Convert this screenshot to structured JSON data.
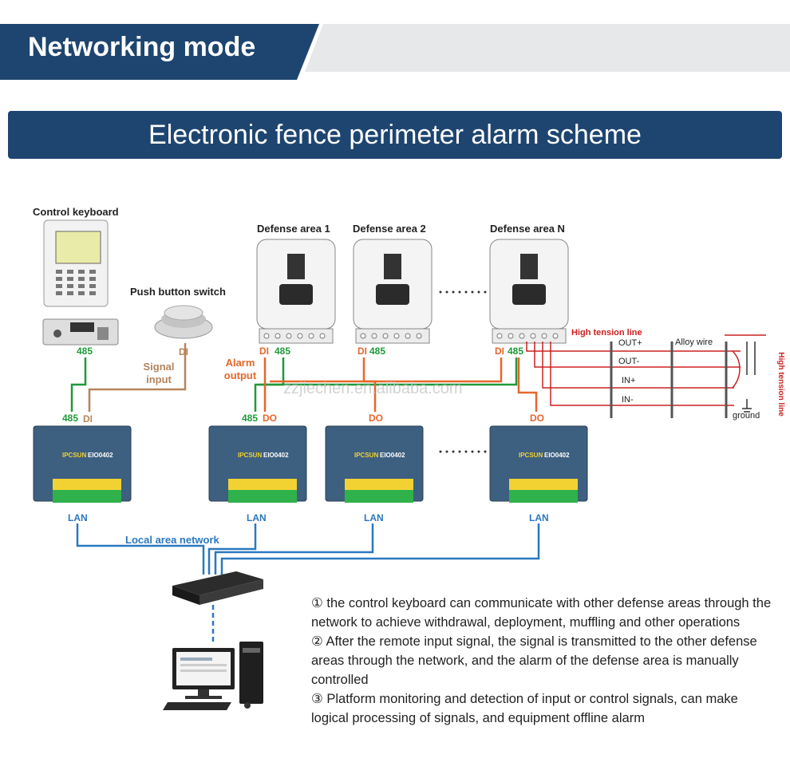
{
  "header": {
    "title": "Networking mode",
    "banner_color": "#1e4570"
  },
  "scheme": {
    "title": "Electronic fence perimeter alarm scheme"
  },
  "devices": {
    "control_keyboard": "Control keyboard",
    "push_button": "Push button switch",
    "defense_1": "Defense area 1",
    "defense_2": "Defense area 2",
    "defense_n": "Defense area N",
    "module_brand": "IPCSUN",
    "module_model": "EIO0402"
  },
  "ports": {
    "p485": "485",
    "di": "DI",
    "do": "DO",
    "lan": "LAN"
  },
  "signals": {
    "signal_input": "Signal input",
    "alarm_output": "Alarm output",
    "local_network": "Local area network"
  },
  "fence": {
    "high_tension_line": "High tension line",
    "high_tension_line_vertical": "High tension line",
    "alloy_wire": "Alloy wire",
    "out_plus": "OUT+",
    "out_minus": "OUT-",
    "in_plus": "IN+",
    "in_minus": "IN-",
    "ground": "ground"
  },
  "watermark": "zzjiechen.en.alibaba.com",
  "notes": [
    "① the control keyboard can communicate with other defense areas through the network to achieve withdrawal, deployment, muffling and other operations",
    "② After the remote input signal, the signal is transmitted to the other defense areas through the network, and the alarm of the defense area is manually controlled",
    "③ Platform monitoring and detection of input or control signals, can make logical processing of signals, and equipment offline alarm"
  ],
  "colors": {
    "rs485_line": "#1e9a3a",
    "di_line": "#b5845a",
    "do_line": "#e8652a",
    "lan_line": "#2a78c0",
    "fence_line": "#cc2020"
  }
}
